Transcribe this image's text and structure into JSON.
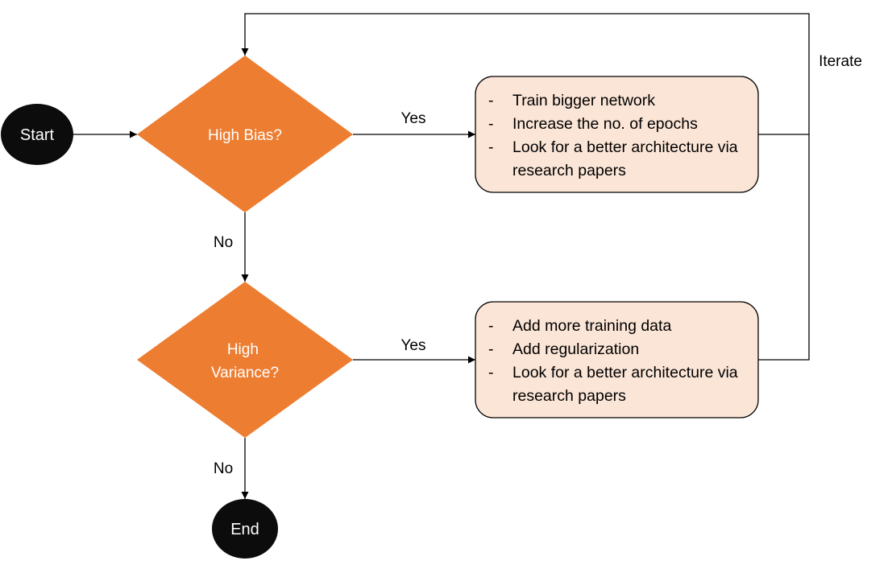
{
  "colors": {
    "decision_fill": "#ED7D31",
    "action_fill": "#FBE5D6",
    "terminal_fill": "#0C0C0C",
    "line": "#000000"
  },
  "nodes": {
    "start": {
      "label": "Start"
    },
    "end": {
      "label": "End"
    },
    "high_bias": {
      "label_lines": [
        "High Bias?"
      ]
    },
    "high_variance": {
      "label_lines": [
        "High",
        "Variance?"
      ]
    },
    "bias_actions": {
      "bullet": "-",
      "items": [
        [
          "Train bigger network"
        ],
        [
          "Increase the no. of epochs"
        ],
        [
          "Look for a better architecture via",
          "research papers"
        ]
      ]
    },
    "variance_actions": {
      "bullet": "-",
      "items": [
        [
          "Add more training data"
        ],
        [
          "Add regularization"
        ],
        [
          "Look for a better architecture via",
          "research papers"
        ]
      ]
    }
  },
  "edges": {
    "bias_yes": "Yes",
    "bias_no": "No",
    "variance_yes": "Yes",
    "variance_no": "No",
    "iterate": "Iterate"
  }
}
